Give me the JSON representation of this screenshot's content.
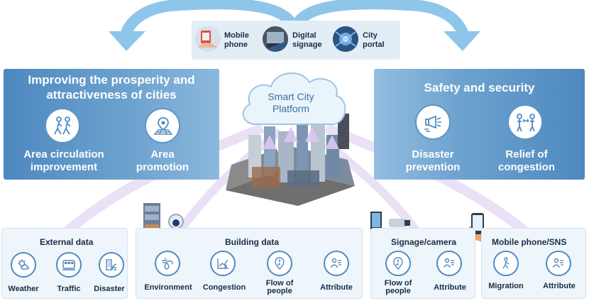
{
  "colors": {
    "panel_blue": "#5b93c6",
    "arrow_blue": "#8ec6ea",
    "text_dark": "#1b2c44",
    "icon_blue": "#4f8ac3"
  },
  "channels": [
    {
      "label_line1": "Mobile",
      "label_line2": "phone",
      "icon": "mobile-phone-icon"
    },
    {
      "label_line1": "Digital",
      "label_line2": "signage",
      "icon": "digital-signage-icon"
    },
    {
      "label_line1": "City",
      "label_line2": "portal",
      "icon": "city-portal-icon"
    }
  ],
  "platform": {
    "line1": "Smart City",
    "line2": "Platform"
  },
  "left_panel": {
    "title_line1": "Improving the prosperity and",
    "title_line2": "attractiveness of cities",
    "items": [
      {
        "line1": "Area circulation",
        "line2": "improvement",
        "icon": "people-walking-icon"
      },
      {
        "line1": "Area",
        "line2": "promotion",
        "icon": "map-pin-icon"
      }
    ]
  },
  "right_panel": {
    "title": "Safety and security",
    "items": [
      {
        "line1": "Disaster",
        "line2": "prevention",
        "icon": "megaphone-icon"
      },
      {
        "line1": "Relief of",
        "line2": "congestion",
        "icon": "people-distance-icon"
      }
    ]
  },
  "sources": [
    {
      "title": "External data",
      "items": [
        {
          "line1": "Weather",
          "line2": "",
          "icon": "weather-icon"
        },
        {
          "line1": "Traffic",
          "line2": "",
          "icon": "train-icon"
        },
        {
          "line1": "Disaster",
          "line2": "",
          "icon": "disaster-icon"
        }
      ]
    },
    {
      "title": "Building data",
      "items": [
        {
          "line1": "Environment",
          "line2": "",
          "icon": "environment-icon"
        },
        {
          "line1": "Congestion",
          "line2": "",
          "icon": "congestion-icon"
        },
        {
          "line1": "Flow of",
          "line2": "people",
          "icon": "flow-pin-icon"
        },
        {
          "line1": "Attribute",
          "line2": "",
          "icon": "attribute-icon"
        }
      ]
    },
    {
      "title": "Signage/camera",
      "items": [
        {
          "line1": "Flow of",
          "line2": "people",
          "icon": "flow-pin-icon"
        },
        {
          "line1": "Attribute",
          "line2": "",
          "icon": "attribute-icon"
        }
      ]
    },
    {
      "title": "Mobile  phone/SNS",
      "items": [
        {
          "line1": "Migration",
          "line2": "",
          "icon": "migration-icon"
        },
        {
          "line1": "Attribute",
          "line2": "",
          "icon": "attribute-icon"
        }
      ]
    }
  ]
}
